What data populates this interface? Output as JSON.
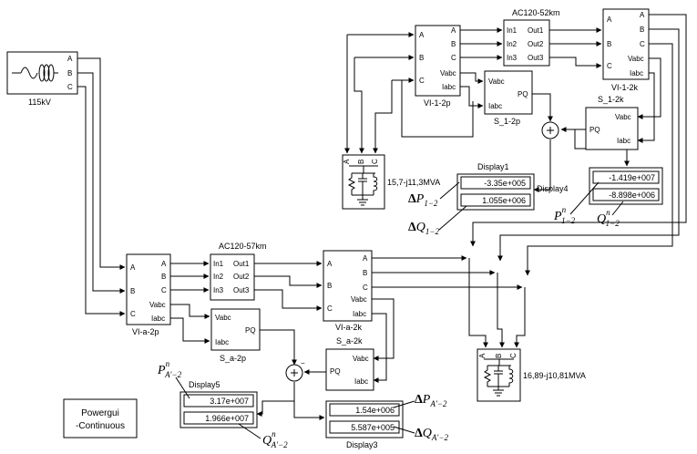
{
  "source": {
    "label": "115kV",
    "ports": [
      "A",
      "B",
      "C"
    ]
  },
  "vi_12p": {
    "label": "VI-1-2p",
    "in_ports": [
      "A",
      "B",
      "C"
    ],
    "out_ports": [
      "A",
      "B",
      "C",
      "Vabc",
      "Iabc"
    ]
  },
  "line_52": {
    "title": "AC120-52km",
    "in_ports": [
      "In1",
      "In2",
      "In3"
    ],
    "out_ports": [
      "Out1",
      "Out2",
      "Out3"
    ]
  },
  "vi_12k": {
    "label": "VI-1-2k",
    "in_ports": [
      "A",
      "B",
      "C"
    ],
    "out_ports": [
      "A",
      "B",
      "C",
      "Vabc",
      "Iabc"
    ]
  },
  "s_12p": {
    "label": "S_1-2p",
    "ports": [
      "Vabc",
      "Iabc"
    ],
    "out": "PQ"
  },
  "s_12k": {
    "label": "S_1-2k",
    "ports": [
      "Vabc",
      "Iabc"
    ],
    "out": "PQ"
  },
  "load1": {
    "label": "15,7-j11,3MVA",
    "ports": [
      "A",
      "B",
      "C"
    ]
  },
  "display1": {
    "title": "Display1",
    "values": [
      "-3.35e+005",
      "1.055e+006"
    ]
  },
  "display4": {
    "title": "Display4",
    "values": [
      "-1.419e+007",
      "-8.898e+006"
    ]
  },
  "vi_a2p": {
    "label": "VI-a-2p",
    "in_ports": [
      "A",
      "B",
      "C"
    ],
    "out_ports": [
      "A",
      "B",
      "C",
      "Vabc",
      "Iabc"
    ]
  },
  "line_57": {
    "title": "AC120-57km",
    "in_ports": [
      "In1",
      "In2",
      "In3"
    ],
    "out_ports": [
      "Out1",
      "Out2",
      "Out3"
    ]
  },
  "vi_a2k": {
    "label": "VI-a-2k",
    "in_ports": [
      "A",
      "B",
      "C"
    ],
    "out_ports": [
      "A",
      "B",
      "C",
      "Vabc",
      "Iabc"
    ]
  },
  "s_a2p": {
    "label": "S_a-2p",
    "ports": [
      "Vabc",
      "Iabc"
    ],
    "out": "PQ"
  },
  "s_a2k": {
    "label": "S_a-2k",
    "ports": [
      "Vabc",
      "Iabc"
    ],
    "in": "PQ"
  },
  "load2": {
    "label": "16,89-j10,81MVA",
    "ports": [
      "A",
      "B",
      "C"
    ]
  },
  "display5": {
    "title": "Display5",
    "values": [
      "3.17e+007",
      "1.966e+007"
    ]
  },
  "display3": {
    "title": "Display3",
    "values": [
      "1.54e+006",
      "5.587e+005"
    ]
  },
  "sum_sign": "−",
  "powergui": {
    "line1": "Powergui",
    "line2": "-Continuous"
  },
  "annotations": {
    "dP12": {
      "delta": "Δ",
      "base": "P",
      "sub": "1−2"
    },
    "dQ12": {
      "delta": "Δ",
      "base": "Q",
      "sub": "1−2"
    },
    "Pn12": {
      "base": "P",
      "sup": "n",
      "sub": "1−2"
    },
    "Qn12": {
      "base": "Q",
      "sup": "n",
      "sub": "1−2"
    },
    "PnA2": {
      "base": "P",
      "sup": "n",
      "sub": "A′−2"
    },
    "QnA2": {
      "base": "Q",
      "sup": "n",
      "sub": "A′−2"
    },
    "dPA2": {
      "delta": "Δ",
      "base": "P",
      "sub": "A′−2"
    },
    "dQA2": {
      "delta": "Δ",
      "base": "Q",
      "sub": "A′−2"
    }
  },
  "icons": [
    "ac-source-icon",
    "rlc-load-icon",
    "sum-icon",
    "arrowhead"
  ]
}
